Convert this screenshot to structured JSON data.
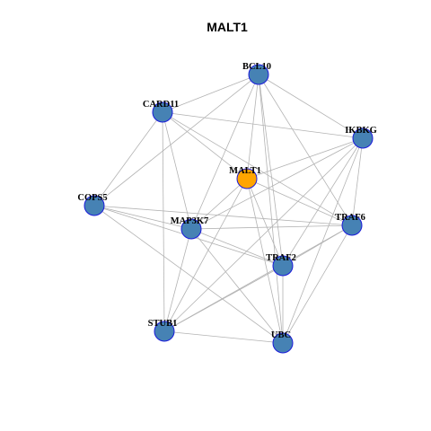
{
  "title": "MALT1",
  "colors": {
    "hub": "#FFA500",
    "node": "#4682B4",
    "edge": "#B3B3B3",
    "border": "#1A1ADB"
  },
  "nodes": [
    {
      "id": "BCL10",
      "label": "BCL10",
      "role": "neighbor"
    },
    {
      "id": "CARD11",
      "label": "CARD11",
      "role": "neighbor"
    },
    {
      "id": "IKBKG",
      "label": "IKBKG",
      "role": "neighbor"
    },
    {
      "id": "MALT1",
      "label": "MALT1",
      "role": "hub"
    },
    {
      "id": "COPS5",
      "label": "COPS5",
      "role": "neighbor"
    },
    {
      "id": "MAP3K7",
      "label": "MAP3K7",
      "role": "neighbor"
    },
    {
      "id": "TRAF6",
      "label": "TRAF6",
      "role": "neighbor"
    },
    {
      "id": "TRAF2",
      "label": "TRAF2",
      "role": "neighbor"
    },
    {
      "id": "STUB1",
      "label": "STUB1",
      "role": "neighbor"
    },
    {
      "id": "UBC",
      "label": "UBC",
      "role": "neighbor"
    }
  ],
  "edges": [
    [
      "BCL10",
      "CARD11"
    ],
    [
      "BCL10",
      "MALT1"
    ],
    [
      "BCL10",
      "IKBKG"
    ],
    [
      "BCL10",
      "COPS5"
    ],
    [
      "BCL10",
      "MAP3K7"
    ],
    [
      "BCL10",
      "TRAF6"
    ],
    [
      "BCL10",
      "TRAF2"
    ],
    [
      "BCL10",
      "UBC"
    ],
    [
      "CARD11",
      "MALT1"
    ],
    [
      "CARD11",
      "IKBKG"
    ],
    [
      "CARD11",
      "COPS5"
    ],
    [
      "CARD11",
      "MAP3K7"
    ],
    [
      "CARD11",
      "TRAF6"
    ],
    [
      "CARD11",
      "STUB1"
    ],
    [
      "IKBKG",
      "MALT1"
    ],
    [
      "IKBKG",
      "MAP3K7"
    ],
    [
      "IKBKG",
      "TRAF6"
    ],
    [
      "IKBKG",
      "TRAF2"
    ],
    [
      "IKBKG",
      "STUB1"
    ],
    [
      "IKBKG",
      "UBC"
    ],
    [
      "MALT1",
      "MAP3K7"
    ],
    [
      "MALT1",
      "TRAF6"
    ],
    [
      "MALT1",
      "TRAF2"
    ],
    [
      "MALT1",
      "STUB1"
    ],
    [
      "MALT1",
      "UBC"
    ],
    [
      "COPS5",
      "MAP3K7"
    ],
    [
      "COPS5",
      "TRAF6"
    ],
    [
      "COPS5",
      "TRAF2"
    ],
    [
      "COPS5",
      "UBC"
    ],
    [
      "MAP3K7",
      "TRAF6"
    ],
    [
      "MAP3K7",
      "TRAF2"
    ],
    [
      "MAP3K7",
      "STUB1"
    ],
    [
      "MAP3K7",
      "UBC"
    ],
    [
      "TRAF6",
      "TRAF2"
    ],
    [
      "TRAF6",
      "STUB1"
    ],
    [
      "TRAF6",
      "UBC"
    ],
    [
      "TRAF2",
      "STUB1"
    ],
    [
      "TRAF2",
      "UBC"
    ],
    [
      "STUB1",
      "UBC"
    ]
  ]
}
